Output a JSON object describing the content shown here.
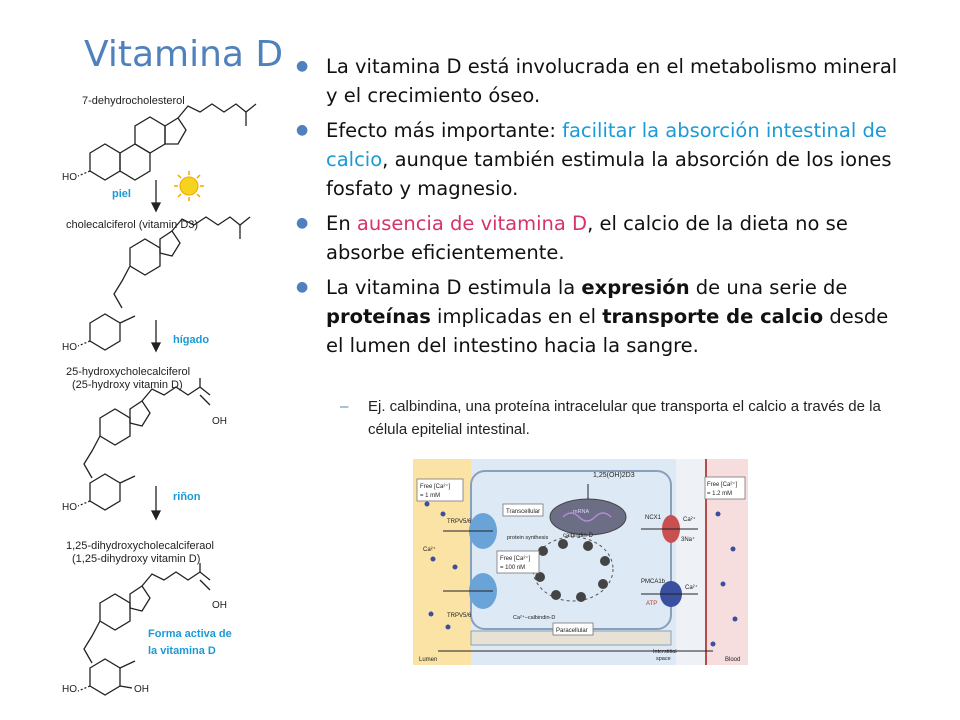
{
  "slide": {
    "title": "Vitamina D",
    "bullets": [
      {
        "t1": "La vitamina D está involucrada en el metabolismo mineral y el crecimiento óseo."
      },
      {
        "t1": "Efecto más importante: ",
        "h1": "facilitar la absorción intestinal de calcio",
        "t2": ", aunque también estimula la absorción de los iones fosfato y magnesio."
      },
      {
        "t1": "En ",
        "h1": "ausencia de vitamina D",
        "t2": ", el calcio de la dieta no se absorbe eficientemente."
      },
      {
        "t1": "La vitamina D estimula la ",
        "b1": "expresión",
        "t2": " de una serie de ",
        "b2": "proteínas",
        "t3": " implicadas en el ",
        "b3": "transporte de calcio",
        "t4": " desde el lumen del intestino hacia la sangre."
      }
    ],
    "sub_bullet": "Ej. calbindina, una proteína intracelular que transporta el calcio a través de la célula epitelial intestinal."
  },
  "pathway": {
    "compound1": "7-dehydrocholesterol",
    "step1": "piel",
    "compound2": "cholecalciferol (vitamin D3)",
    "step2": "hígado",
    "compound3a": "25-hydroxycholecalciferol",
    "compound3b": "(25-hydroxy vitamin D)",
    "step3": "riñon",
    "compound4a": "1,25-dihydroxycholecalciferaol",
    "compound4b": "(1,25-dihydroxy vitamin D)",
    "active_a": "Forma activa de",
    "active_b": "la vitamina D",
    "ho": "HO",
    "oh": "OH"
  },
  "figure": {
    "lumen_free": "Free [Ca²⁺]",
    "lumen_free_val": "= 1 mM",
    "blood_free": "Free [Ca²⁺]",
    "blood_free_val": "= 1.2 mM",
    "cell_free": "Free [Ca²⁺]",
    "cell_free_val": "= 100 nM",
    "hormone": "1,25(OH)2D3",
    "transcellular": "Transcellular",
    "trpv_top": "TRPV5/6",
    "trpv_bottom": "TRPV5/6",
    "protein_synthesis": "protein synthesis",
    "calbindin": "calbindin-D",
    "ca_calbindin": "Ca²⁺–calbindin-D",
    "ncx1": "NCX1",
    "na": "3Na⁺",
    "pmca": "PMCA1b",
    "atp": "ATP",
    "ca": "Ca²⁺",
    "paracellular": "Paracellular",
    "lumen": "Lumen",
    "interstitial_a": "Interstitial",
    "interstitial_b": "space",
    "blood": "Blood",
    "mrna": "mRNA",
    "colors": {
      "lumen_bg": "#fbe3a6",
      "cell_bg": "#dde9f5",
      "blood_bg": "#f6dede",
      "accent": "#4f81bd"
    }
  }
}
